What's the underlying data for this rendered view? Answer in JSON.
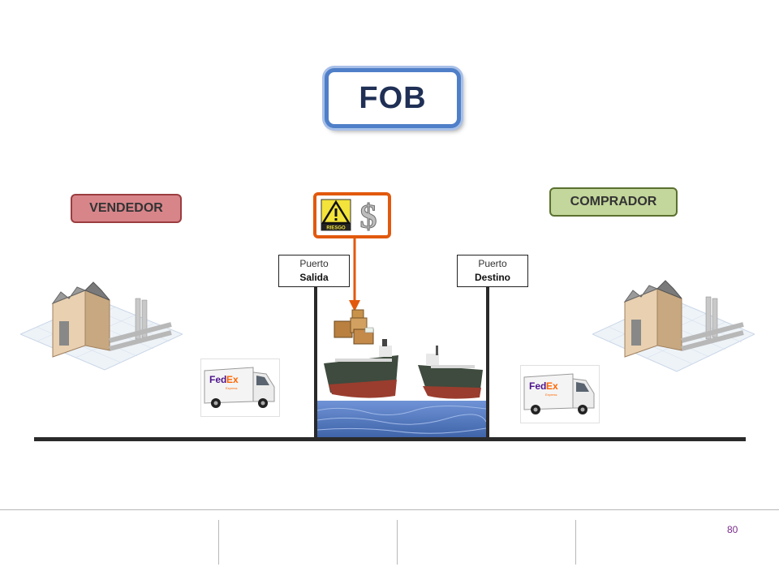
{
  "title": "FOB",
  "parties": {
    "seller": "VENDEDOR",
    "buyer": "COMPRADOR"
  },
  "ports": {
    "departure": {
      "line1": "Puerto",
      "line2": "Salida"
    },
    "destination": {
      "line1": "Puerto",
      "line2": "Destino"
    }
  },
  "risk": {
    "label": "RIESGO",
    "icons": [
      "warning-sign-icon",
      "dollar-sign-icon"
    ]
  },
  "vans": {
    "brand_fed": "Fed",
    "brand_ex": "Ex",
    "subtitle": "Express"
  },
  "page_number": "80",
  "colors": {
    "title_border": "#4f7fc8",
    "seller_fill": "#d8858a",
    "buyer_fill": "#c3d69b",
    "risk_border": "#e2590d"
  }
}
